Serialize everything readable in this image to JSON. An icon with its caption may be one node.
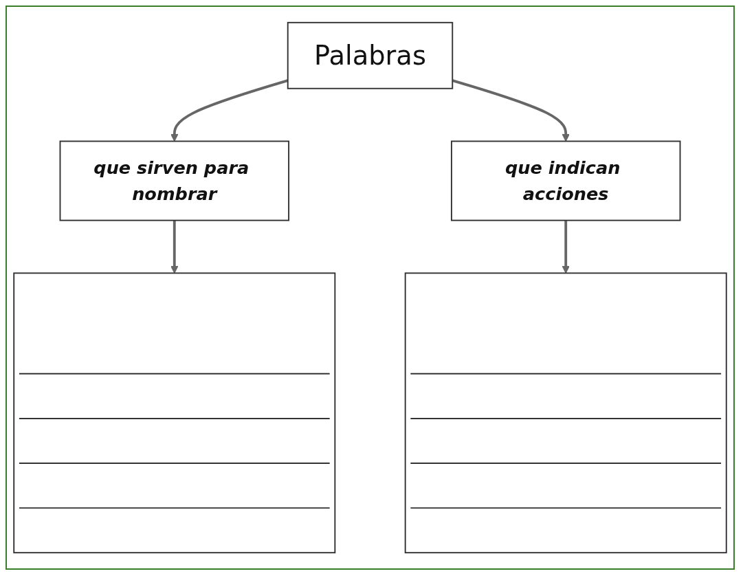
{
  "diagram": {
    "nodes": [
      {
        "text": [
          "Palabras"
        ]
      },
      {
        "text": [
          "que sirven para nombrar"
        ]
      },
      {
        "text": [
          "que indican acciones"
        ]
      },
      {
        "text": [],
        "shape": "box"
      },
      {
        "text": [],
        "shape": "box"
      }
    ],
    "edges": [
      {
        "from": 0,
        "to": 1,
        "arrow": "to"
      },
      {
        "from": 0,
        "to": 2,
        "arrow": "to"
      },
      {
        "from": 1,
        "to": 3,
        "arrow": "to"
      },
      {
        "from": 2,
        "to": 4,
        "arrow": "to"
      }
    ]
  }
}
